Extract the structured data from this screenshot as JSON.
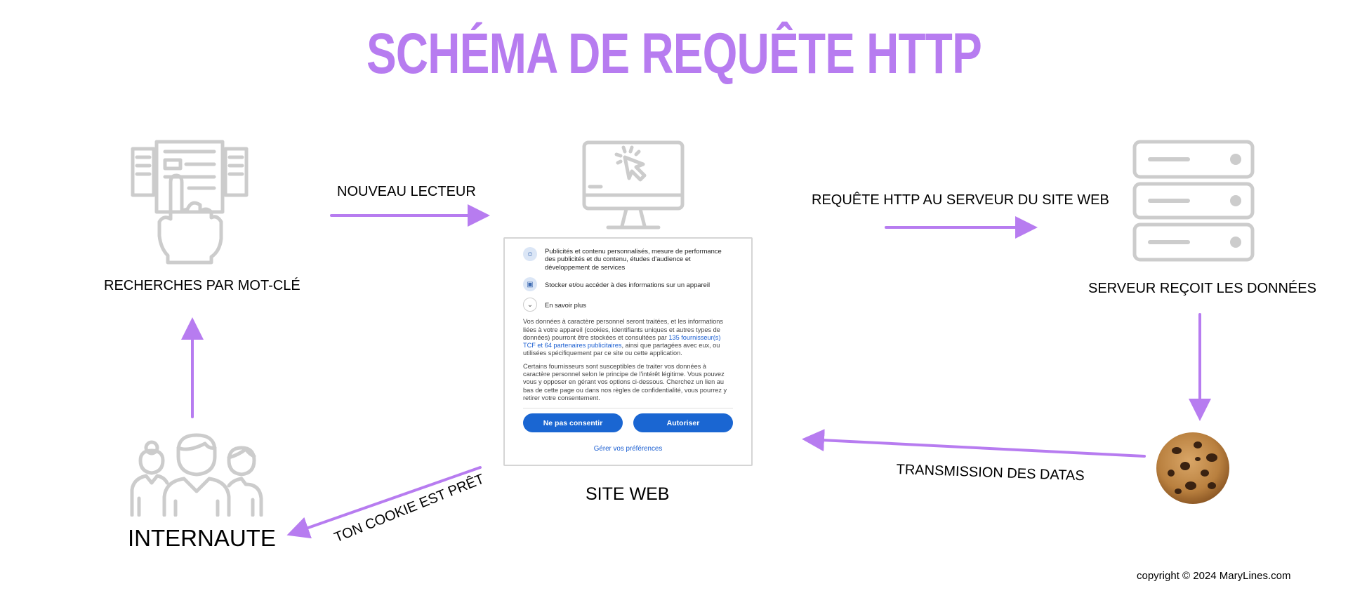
{
  "title": "SCHÉMA DE REQUÊTE HTTP",
  "nodes": {
    "search": "RECHERCHES PAR MOT-CLÉ",
    "server": "SERVEUR REÇOIT LES DONNÉES",
    "site": "SITE WEB",
    "user": "INTERNAUTE"
  },
  "edges": {
    "new_reader": "NOUVEAU LECTEUR",
    "http_request": "REQUÊTE HTTP AU SERVEUR DU SITE WEB",
    "transmission": "TRANSMISSION DES DATAS",
    "cookie_ready": "TON COOKIE EST PRÊT"
  },
  "consent": {
    "item1": "Publicités et contenu personnalisés, mesure de performance des publicités et du contenu, études d'audience et développement de services",
    "item2": "Stocker et/ou accéder à des informations sur un appareil",
    "item3": "En savoir plus",
    "para1_a": "Vos données à caractère personnel seront traitées, et les informations liées à votre appareil (cookies, identifiants uniques et autres types de données) pourront être stockées et consultées par ",
    "para1_link": "135 fournisseur(s) TCF et 64 partenaires publicitaires",
    "para1_b": ", ainsi que partagées avec eux, ou utilisées spécifiquement par ce site ou cette application.",
    "para2": "Certains fournisseurs sont susceptibles de traiter vos données à caractère personnel selon le principe de l'intérêt légitime. Vous pouvez vous y opposer en gérant vos options ci-dessous. Cherchez un lien au bas de cette page ou dans nos règles de confidentialité, vous pourrez y retirer votre consentement.",
    "decline": "Ne pas consentir",
    "accept": "Autoriser",
    "manage": "Gérer vos préférences"
  },
  "copyright": "copyright © 2024 MaryLines.com",
  "colors": {
    "accent": "#b77cf0",
    "icon": "#cccccc",
    "button": "#1a66d2"
  }
}
